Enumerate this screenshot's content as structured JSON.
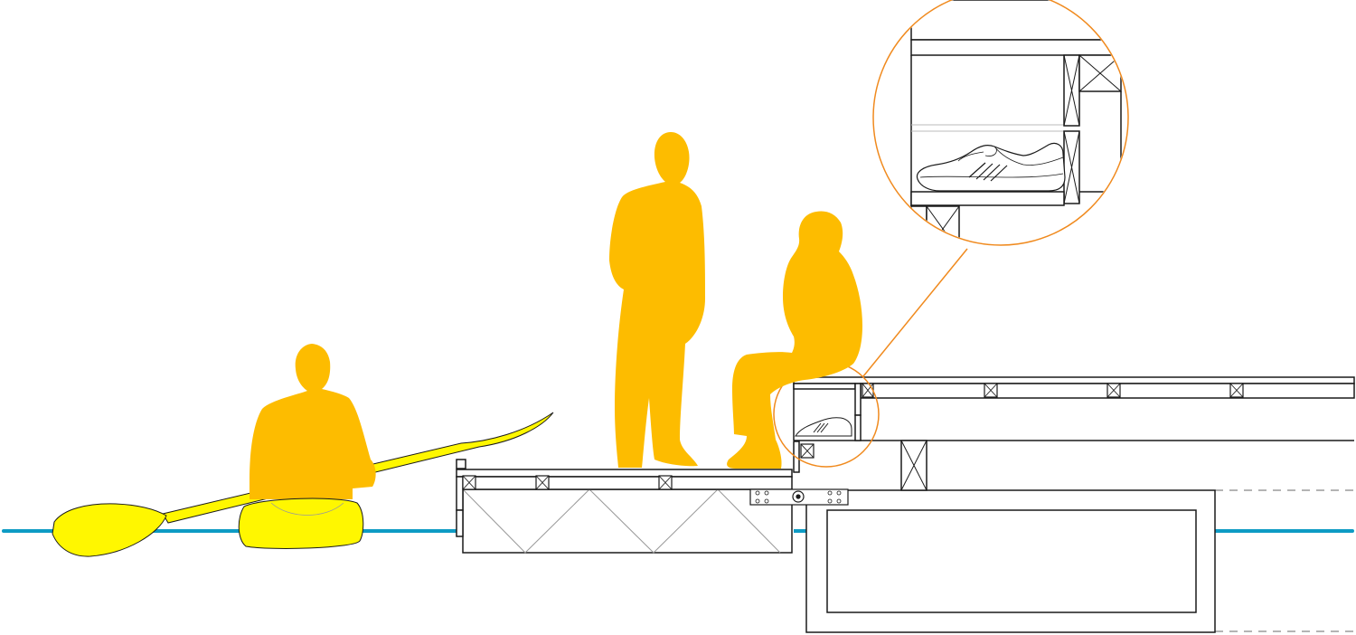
{
  "drawing": {
    "kind": "architectural-section",
    "colors": {
      "figure": "#FDBC00",
      "kayak": "#FFF700",
      "water": "#0E9BC4",
      "callout": "#F08A1E",
      "line": "#1a1a1a",
      "background": "#FFFFFF"
    },
    "figures": [
      "kayaker-figure",
      "standing-figure",
      "seated-figure"
    ],
    "callout": {
      "icon": "shoe-icon"
    }
  }
}
